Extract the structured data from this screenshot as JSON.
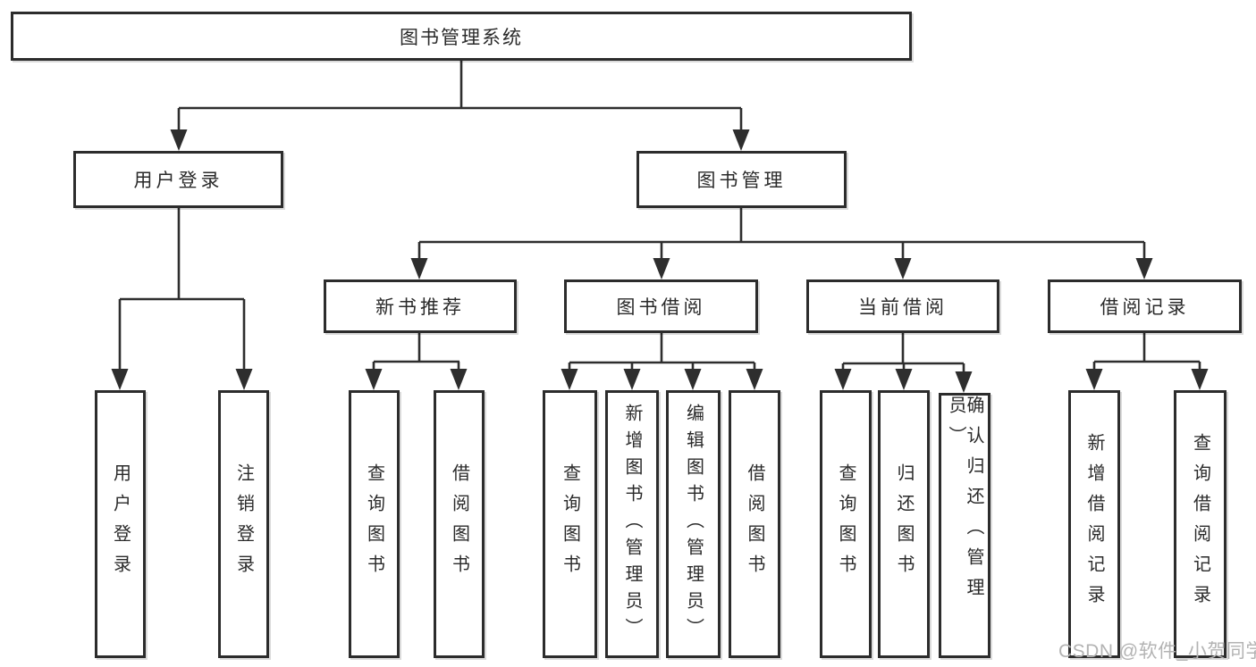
{
  "root": {
    "label": "图书管理系统"
  },
  "level2": [
    {
      "label": "用户登录"
    },
    {
      "label": "图书管理"
    }
  ],
  "level3": [
    {
      "label": "新书推荐"
    },
    {
      "label": "图书借阅"
    },
    {
      "label": "当前借阅"
    },
    {
      "label": "借阅记录"
    }
  ],
  "leaves": [
    {
      "label": "用户登录"
    },
    {
      "label": "注销登录"
    },
    {
      "label": "查询图书"
    },
    {
      "label": "借阅图书"
    },
    {
      "label": "查询图书"
    },
    {
      "label": "新增图书（管理员）"
    },
    {
      "label": "编辑图书（管理员）"
    },
    {
      "label": "借阅图书"
    },
    {
      "label": "查询图书"
    },
    {
      "label": "归还图书"
    },
    {
      "label": "确认归还（管理员）"
    },
    {
      "label": "新增借阅记录"
    },
    {
      "label": "查询借阅记录"
    }
  ],
  "watermark": "CSDN @软件_小贺同学",
  "colors": {
    "line": "#2e2e2e",
    "border": "#2c2c2c",
    "text": "#2a2a2a",
    "watermark": "#b3b3b3",
    "background": "#ffffff"
  }
}
